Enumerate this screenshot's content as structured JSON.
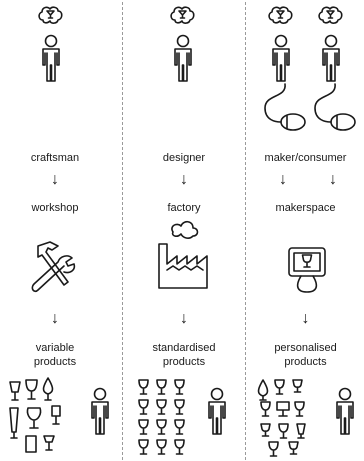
{
  "columns": [
    {
      "role": "craftsman",
      "place": "workshop",
      "output_line1": "variable",
      "output_line2": "products",
      "icon": "hammer-and-wrench-icon"
    },
    {
      "role": "designer",
      "place": "factory",
      "output_line1": "standardised",
      "output_line2": "products",
      "icon": "factory-icon"
    },
    {
      "role": "maker/consumer",
      "place": "makerspace",
      "output_line1": "personalised",
      "output_line2": "products",
      "icon": "computer-icon"
    }
  ],
  "arrow_glyph": "↓",
  "colors": {
    "ink": "#1a1a1a",
    "divider": "#9a9a9a"
  }
}
